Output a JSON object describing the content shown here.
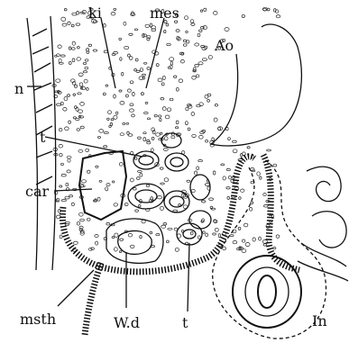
{
  "labels": {
    "ki": "ki",
    "mes": "mes",
    "ao": "Ao",
    "n": "n",
    "t_upper": "t",
    "car": "car",
    "msth": "msth",
    "wd": "W.d",
    "t_lower": "t",
    "in": "In"
  }
}
